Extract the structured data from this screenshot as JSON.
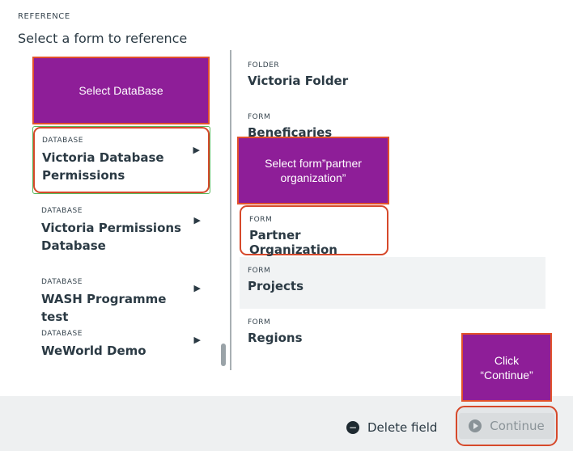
{
  "header": {
    "label": "REFERENCE",
    "title": "Select a form to reference"
  },
  "databases": [
    {
      "kind": "DATABASE",
      "name": "Victoria Database Permissions",
      "arrow": "▶"
    },
    {
      "kind": "DATABASE",
      "name": "Victoria Permissions Database",
      "arrow": "▶"
    },
    {
      "kind": "DATABASE",
      "name": "WASH Programme test",
      "arrow": "▶"
    },
    {
      "kind": "DATABASE",
      "name": "WeWorld Demo",
      "arrow": "▶"
    }
  ],
  "items": [
    {
      "kind": "FOLDER",
      "name": "Victoria Folder"
    },
    {
      "kind": "FORM",
      "name": "Beneficaries"
    },
    {
      "kind": "FORM",
      "name": "Partner Organization"
    },
    {
      "kind": "FORM",
      "name": "Projects"
    },
    {
      "kind": "FORM",
      "name": "Regions"
    }
  ],
  "annotations": {
    "select_database": "Select DataBase",
    "select_form": "Select form”partner organization”",
    "click_continue": "Click “Continue”"
  },
  "footer": {
    "delete_label": "Delete field",
    "continue_label": "Continue"
  }
}
